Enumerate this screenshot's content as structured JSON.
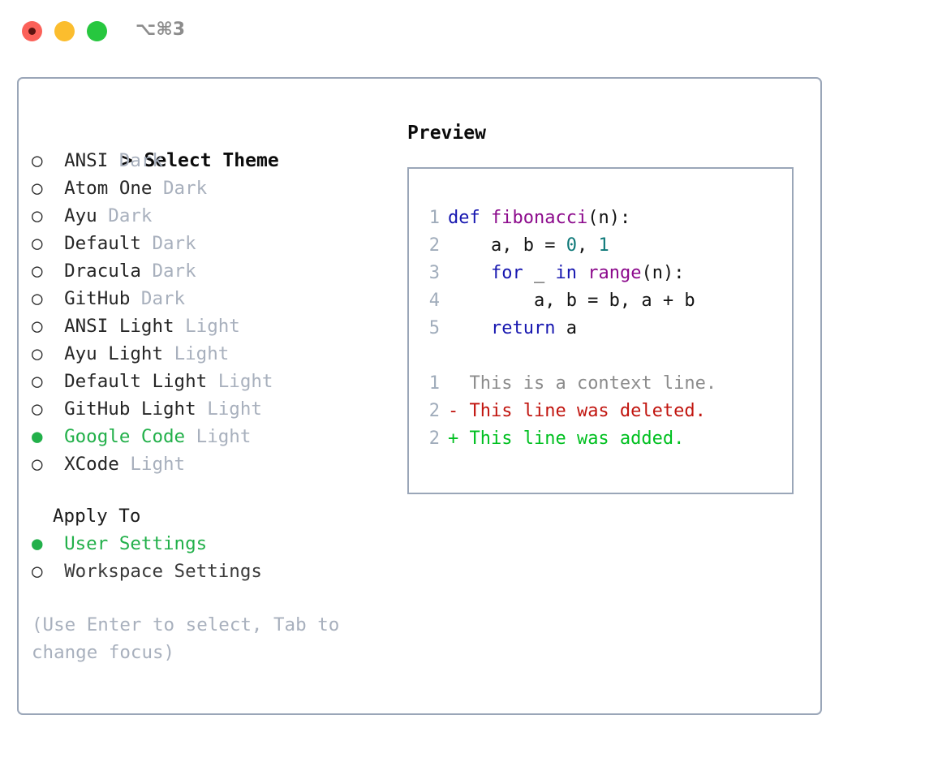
{
  "window": {
    "shortcut": "⌥⌘3",
    "traffic_lights": [
      "close-red",
      "minimize-yellow",
      "maximize-green"
    ]
  },
  "theme_panel": {
    "header_prompt": ">",
    "header_label": "Select Theme",
    "bullet_selected": "●",
    "bullet_unselected": "○",
    "items": [
      {
        "name": "ANSI",
        "tag": "Dark",
        "selected": false
      },
      {
        "name": "Atom One",
        "tag": "Dark",
        "selected": false
      },
      {
        "name": "Ayu",
        "tag": "Dark",
        "selected": false
      },
      {
        "name": "Default",
        "tag": "Dark",
        "selected": false
      },
      {
        "name": "Dracula",
        "tag": "Dark",
        "selected": false
      },
      {
        "name": "GitHub",
        "tag": "Dark",
        "selected": false
      },
      {
        "name": "ANSI Light",
        "tag": "Light",
        "selected": false
      },
      {
        "name": "Ayu Light",
        "tag": "Light",
        "selected": false
      },
      {
        "name": "Default Light",
        "tag": "Light",
        "selected": false
      },
      {
        "name": "GitHub Light",
        "tag": "Light",
        "selected": false
      },
      {
        "name": "Google Code",
        "tag": "Light",
        "selected": true
      },
      {
        "name": "XCode",
        "tag": "Light",
        "selected": false
      }
    ]
  },
  "apply_to": {
    "header_label": "Apply To",
    "options": [
      {
        "label": "User Settings",
        "selected": true
      },
      {
        "label": "Workspace Settings",
        "selected": false
      }
    ]
  },
  "hint": {
    "text": "(Use Enter to select, Tab to change focus)"
  },
  "preview": {
    "header_label": "Preview",
    "code_lines": [
      {
        "num": "1",
        "tokens": [
          {
            "t": "def",
            "c": "kw"
          },
          {
            "t": " ",
            "c": "plain"
          },
          {
            "t": "fibonacci",
            "c": "fn"
          },
          {
            "t": "(n):",
            "c": "plain"
          }
        ]
      },
      {
        "num": "2",
        "tokens": [
          {
            "t": "    a, b = ",
            "c": "plain"
          },
          {
            "t": "0",
            "c": "num"
          },
          {
            "t": ", ",
            "c": "plain"
          },
          {
            "t": "1",
            "c": "num"
          }
        ]
      },
      {
        "num": "3",
        "tokens": [
          {
            "t": "    ",
            "c": "plain"
          },
          {
            "t": "for",
            "c": "kw"
          },
          {
            "t": " _ ",
            "c": "plain"
          },
          {
            "t": "in",
            "c": "kw"
          },
          {
            "t": " ",
            "c": "plain"
          },
          {
            "t": "range",
            "c": "fn"
          },
          {
            "t": "(n):",
            "c": "plain"
          }
        ]
      },
      {
        "num": "4",
        "tokens": [
          {
            "t": "        a, b = b, a + b",
            "c": "plain"
          }
        ]
      },
      {
        "num": "5",
        "tokens": [
          {
            "t": "    ",
            "c": "plain"
          },
          {
            "t": "return",
            "c": "kw"
          },
          {
            "t": " a",
            "c": "plain"
          }
        ]
      }
    ],
    "diff_lines": [
      {
        "num": "1",
        "marker": " ",
        "text": " This is a context line.",
        "kind": "ctx"
      },
      {
        "num": "2",
        "marker": "-",
        "text": " This line was deleted.",
        "kind": "del"
      },
      {
        "num": "2",
        "marker": "+",
        "text": " This line was added.",
        "kind": "add"
      }
    ]
  },
  "colors": {
    "border": "#9aa6b8",
    "accent_green": "#22b04a",
    "muted": "#a8b0bd",
    "keyword": "#1717b0",
    "function": "#8c0a8c",
    "number": "#0d7878",
    "diff_delete": "#c1150f",
    "diff_add": "#00c020",
    "traffic_red": "#fb6159",
    "traffic_yellow": "#fbbd2e",
    "traffic_green": "#27c73f"
  }
}
